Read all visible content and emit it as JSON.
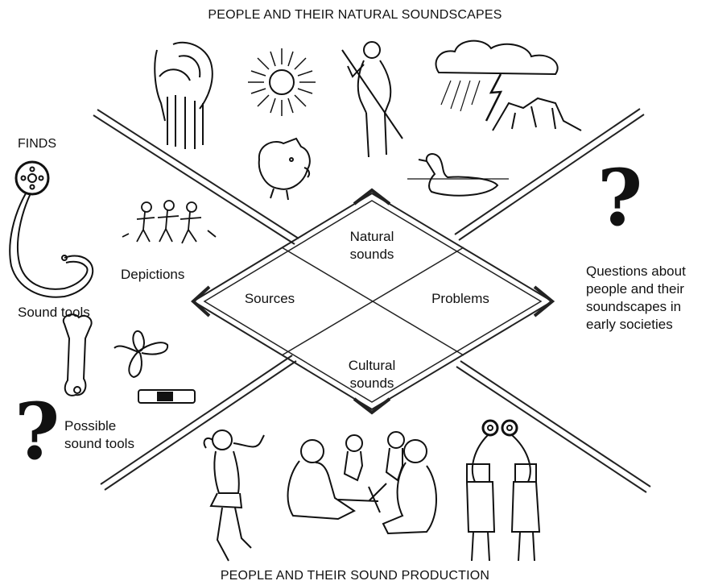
{
  "titles": {
    "top": "PEOPLE AND THEIR NATURAL SOUNDSCAPES",
    "bottom": "PEOPLE AND THEIR SOUND PRODUCTION"
  },
  "center": {
    "natural": [
      "Natural",
      "sounds"
    ],
    "cultural": [
      "Cultural",
      "sounds"
    ],
    "sources": "Sources",
    "problems": "Problems"
  },
  "left": {
    "finds": "FINDS",
    "depictions": "Depictions",
    "sound_tools": "Sound tools",
    "possible_sound_tools": [
      "Possible",
      "sound tools"
    ]
  },
  "right": {
    "questions": [
      "Questions about",
      "people and their",
      "soundscapes in",
      "early societies"
    ]
  },
  "icons": {
    "question_mark": "?"
  }
}
